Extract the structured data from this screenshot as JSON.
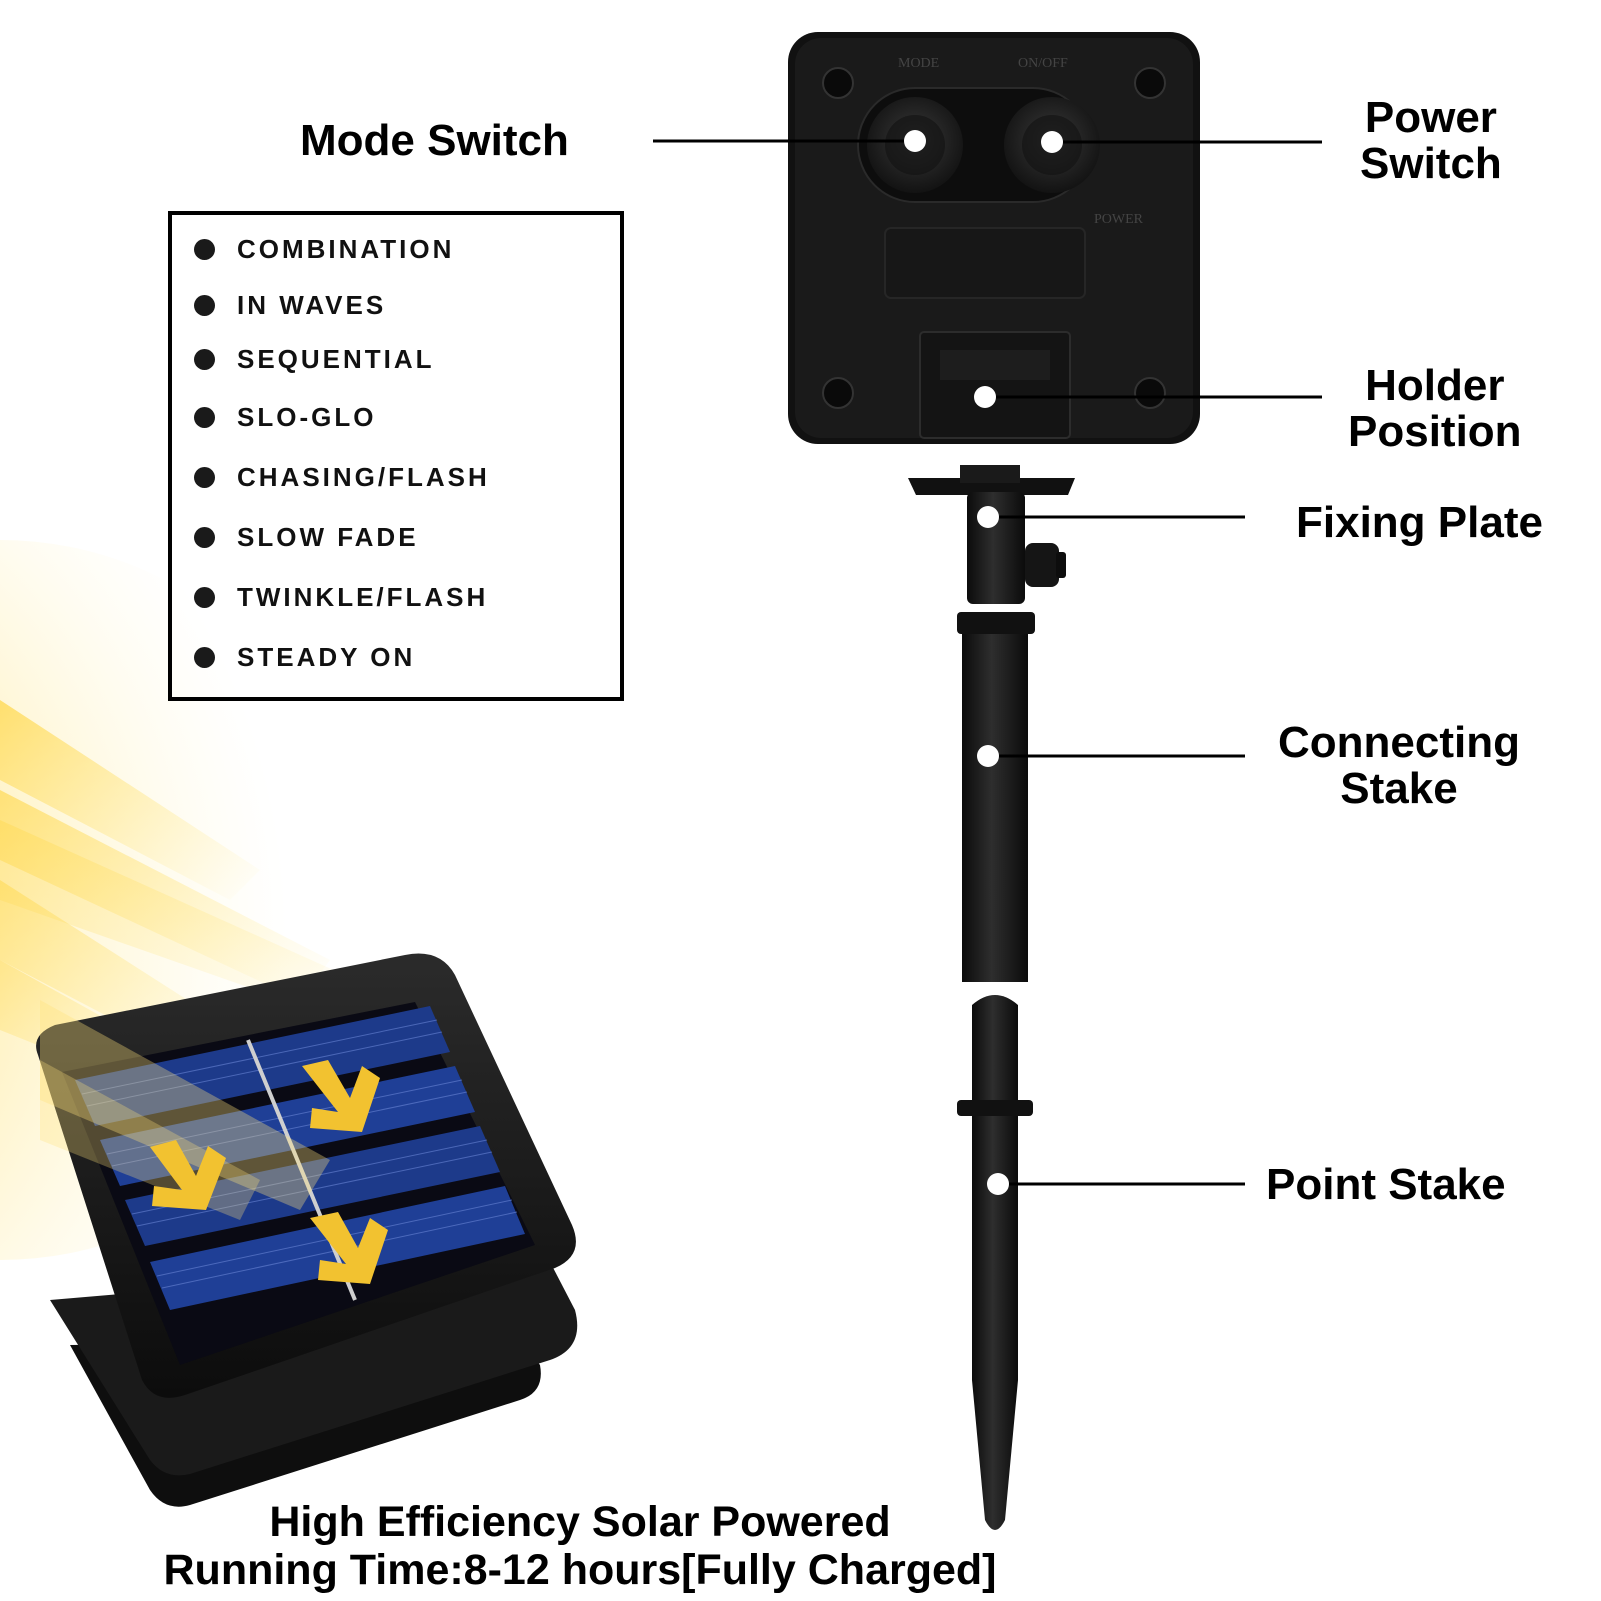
{
  "callouts": {
    "mode_switch": "Mode Switch",
    "power_switch": [
      "Power",
      "Switch"
    ],
    "holder_position": [
      "Holder",
      "Position"
    ],
    "fixing_plate": "Fixing Plate",
    "connecting_stake": [
      "Connecting",
      "Stake"
    ],
    "point_stake": "Point Stake"
  },
  "modes": [
    "COMBINATION",
    "IN WAVES",
    "SEQUENTIAL",
    "SLO-GLO",
    "CHASING/FLASH",
    "SLOW FADE",
    "TWINKLE/FLASH",
    "STEADY ON"
  ],
  "device_markings": {
    "mode": "MODE",
    "on_off": "ON/OFF",
    "power": "POWER"
  },
  "footer": {
    "line1": "High Efficiency Solar Powered",
    "line2": "Running Time:8-12 hours[Fully Charged]"
  },
  "colors": {
    "sun": "#f5c542",
    "arrow": "#f2c230",
    "panel_blue": "#1d3a8a",
    "device": "#151515"
  },
  "icons": [
    "sun-rays-icon",
    "arrow-down-right-icon"
  ]
}
